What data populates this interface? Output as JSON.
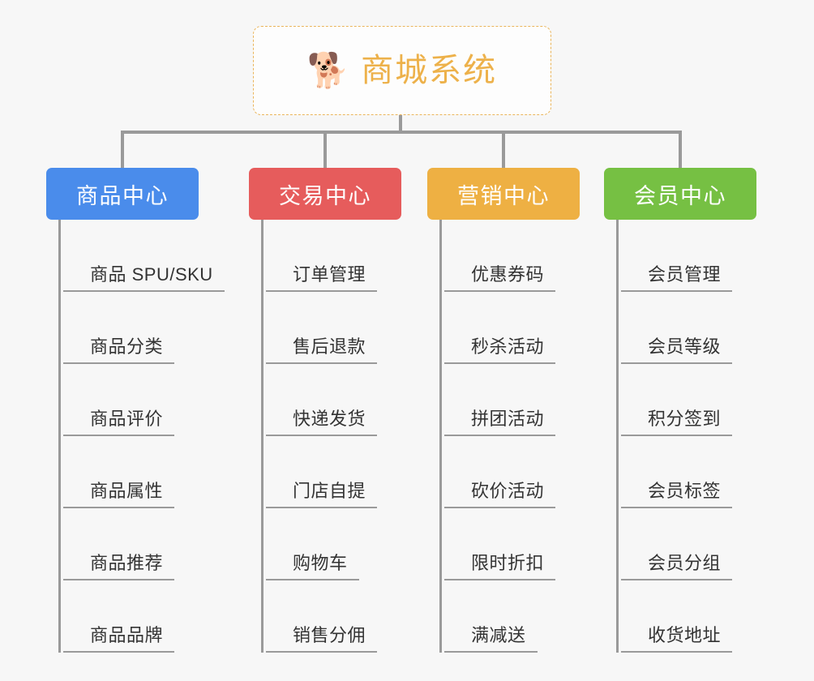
{
  "page": {
    "background_color": "#f7f7f7",
    "connector_color": "#9a9a9a",
    "leaf_text_color": "#333333"
  },
  "root": {
    "icon": "shiba-dog-emoji",
    "icon_glyph": "🐕",
    "title": "商城系统",
    "title_color": "#edb14a",
    "border_color": "#eab55b",
    "background_color": "#fdfdfd"
  },
  "categories": [
    {
      "label": "商品中心",
      "color": "#4a8ceb",
      "items": [
        {
          "label": "商品 SPU/SKU"
        },
        {
          "label": "商品分类"
        },
        {
          "label": "商品评价"
        },
        {
          "label": "商品属性"
        },
        {
          "label": "商品推荐"
        },
        {
          "label": "商品品牌"
        }
      ]
    },
    {
      "label": "交易中心",
      "color": "#e65c5c",
      "items": [
        {
          "label": "订单管理"
        },
        {
          "label": "售后退款"
        },
        {
          "label": "快递发货"
        },
        {
          "label": "门店自提"
        },
        {
          "label": "购物车"
        },
        {
          "label": "销售分佣"
        }
      ]
    },
    {
      "label": "营销中心",
      "color": "#eeb043",
      "items": [
        {
          "label": "优惠券码"
        },
        {
          "label": "秒杀活动"
        },
        {
          "label": "拼团活动"
        },
        {
          "label": "砍价活动"
        },
        {
          "label": "限时折扣"
        },
        {
          "label": "满减送"
        }
      ]
    },
    {
      "label": "会员中心",
      "color": "#76c043",
      "items": [
        {
          "label": "会员管理"
        },
        {
          "label": "会员等级"
        },
        {
          "label": "积分签到"
        },
        {
          "label": "会员标签"
        },
        {
          "label": "会员分组"
        },
        {
          "label": "收货地址"
        }
      ]
    }
  ]
}
